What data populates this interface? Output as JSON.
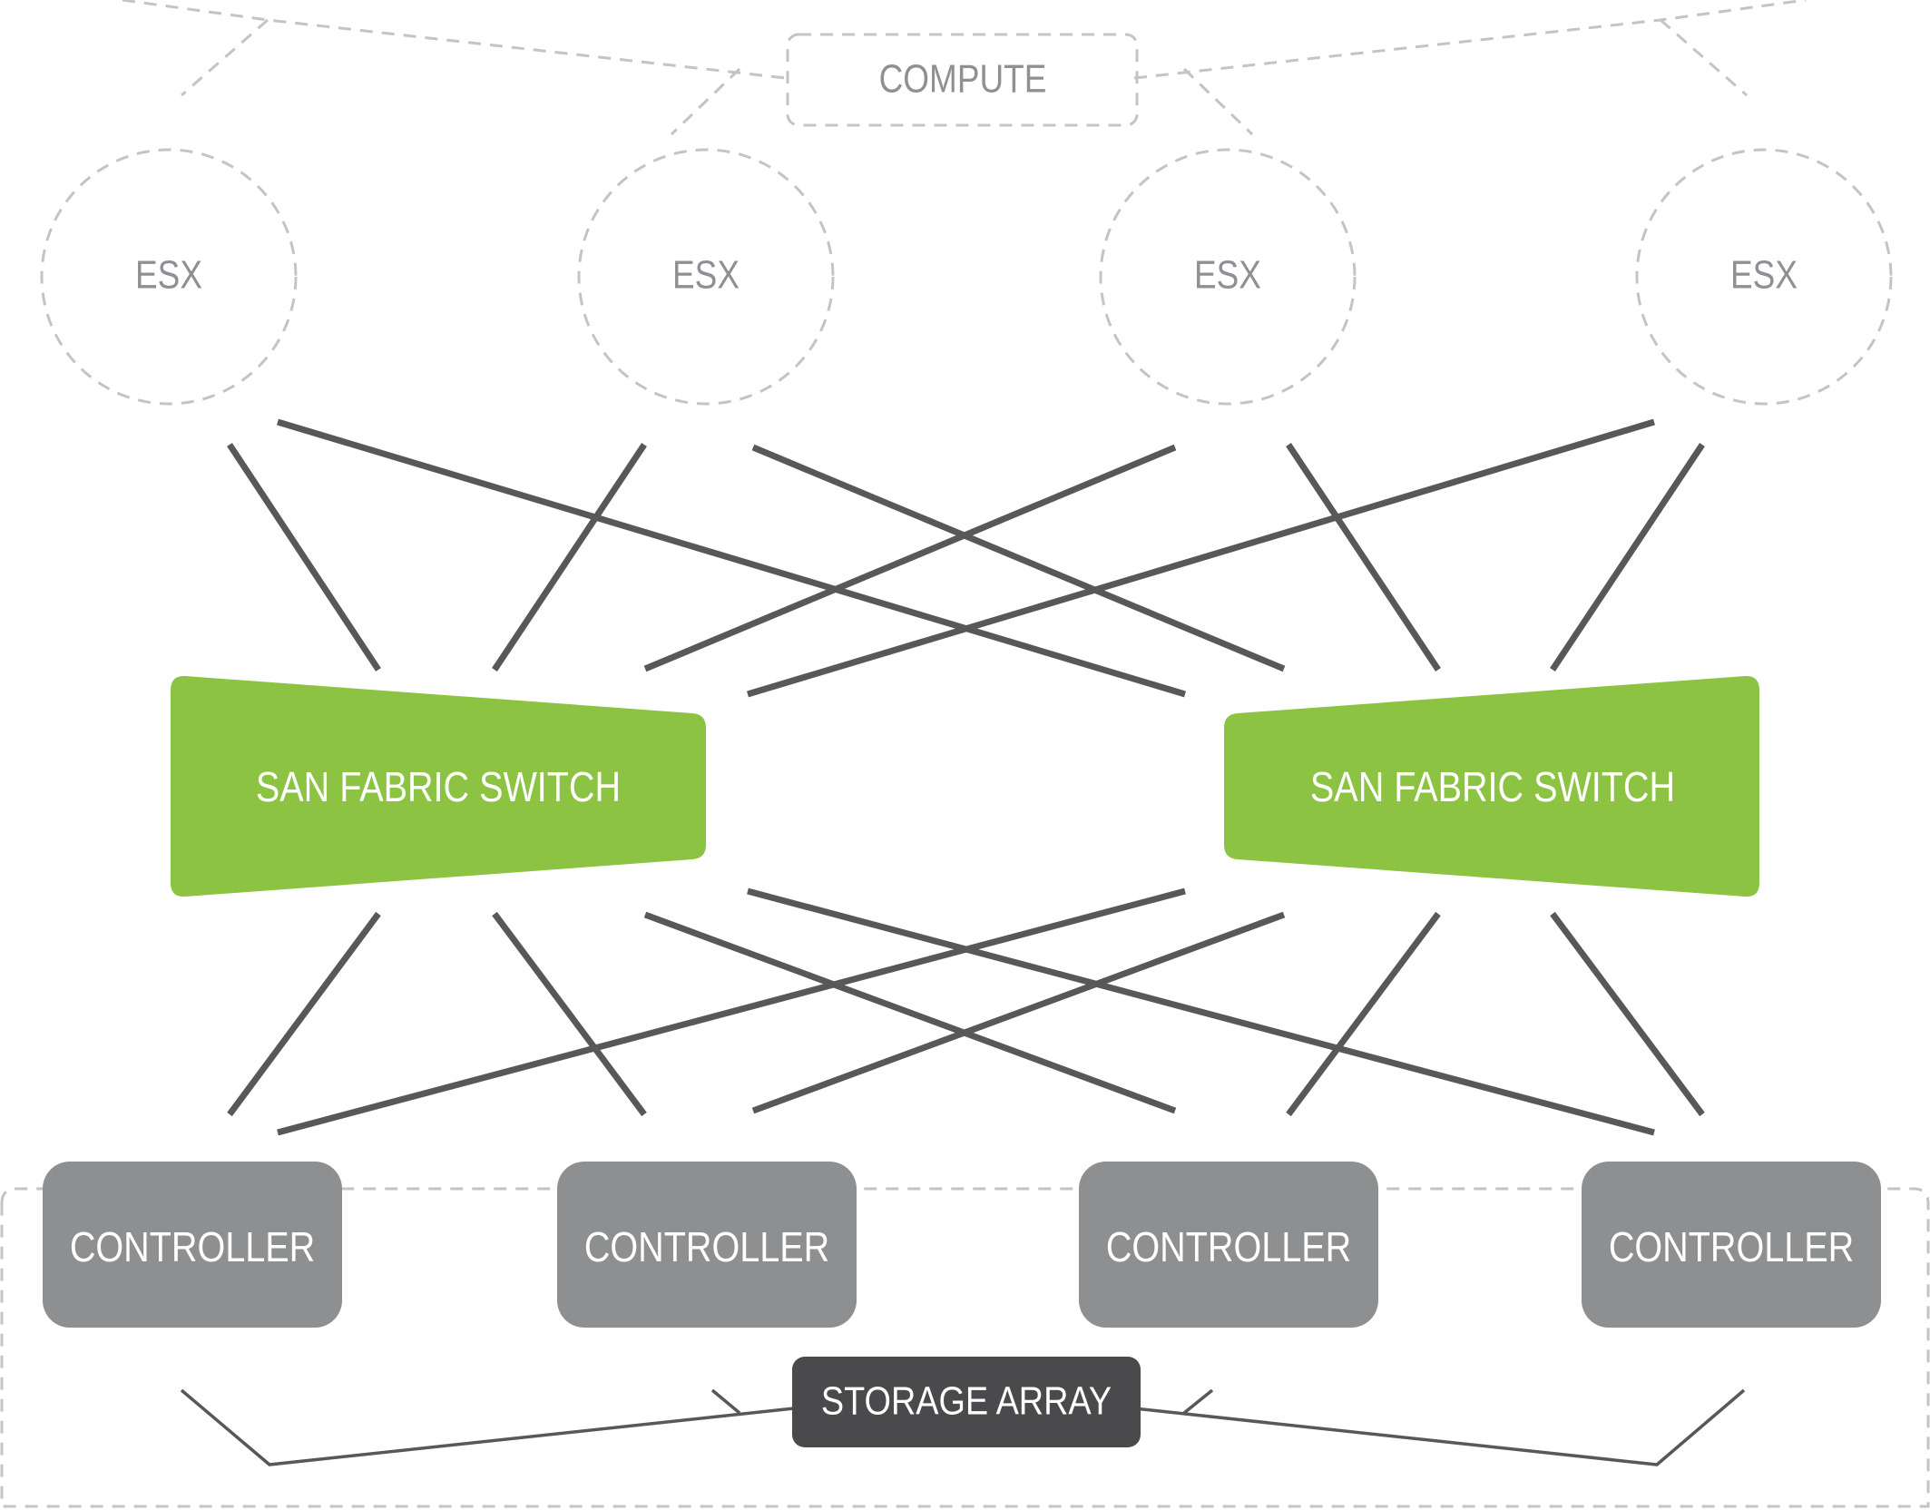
{
  "compute": {
    "label": "COMPUTE"
  },
  "hosts": [
    {
      "label": "ESX"
    },
    {
      "label": "ESX"
    },
    {
      "label": "ESX"
    },
    {
      "label": "ESX"
    }
  ],
  "switches": [
    {
      "label": "SAN FABRIC SWITCH"
    },
    {
      "label": "SAN FABRIC SWITCH"
    }
  ],
  "controllers": [
    {
      "label": "CONTROLLER"
    },
    {
      "label": "CONTROLLER"
    },
    {
      "label": "CONTROLLER"
    },
    {
      "label": "CONTROLLER"
    }
  ],
  "storage": {
    "label": "STORAGE ARRAY"
  },
  "colors": {
    "switch_green": "#8cc342",
    "controller_gray": "#8e8f91",
    "storage_dark": "#4a4a4c",
    "link_gray": "#58585a",
    "dashed_outline": "#c4c4c4",
    "label_gray": "#8f9094"
  }
}
